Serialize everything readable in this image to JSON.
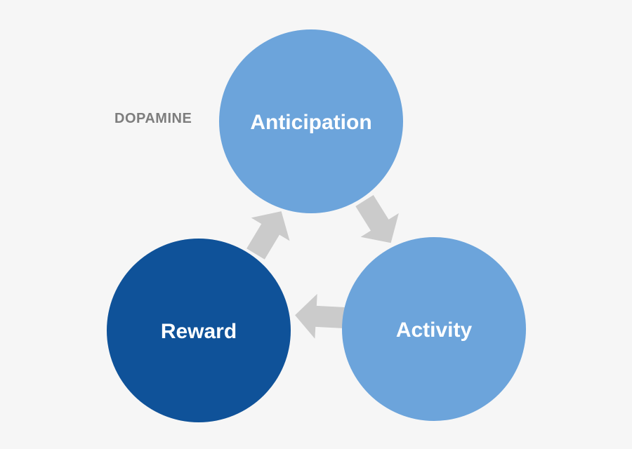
{
  "diagram": {
    "title_label": "DOPAMINE",
    "nodes": [
      {
        "id": "anticipation",
        "label": "Anticipation",
        "color": "#6CA4DB",
        "text_color": "#FFFFFF",
        "position": "top"
      },
      {
        "id": "activity",
        "label": "Activity",
        "color": "#6CA4DB",
        "text_color": "#FFFFFF",
        "position": "bottom-right"
      },
      {
        "id": "reward",
        "label": "Reward",
        "color": "#0F5299",
        "text_color": "#FFFFFF",
        "position": "bottom-left"
      }
    ],
    "arrows": [
      {
        "from": "Anticipation",
        "to": "Activity",
        "direction": "down-right"
      },
      {
        "from": "Activity",
        "to": "Reward",
        "direction": "left"
      },
      {
        "from": "Reward",
        "to": "Anticipation",
        "direction": "up-right"
      }
    ],
    "colors": {
      "background": "#F6F6F6",
      "arrow": "#CBCBCB",
      "title": "#7D7D7D"
    }
  }
}
